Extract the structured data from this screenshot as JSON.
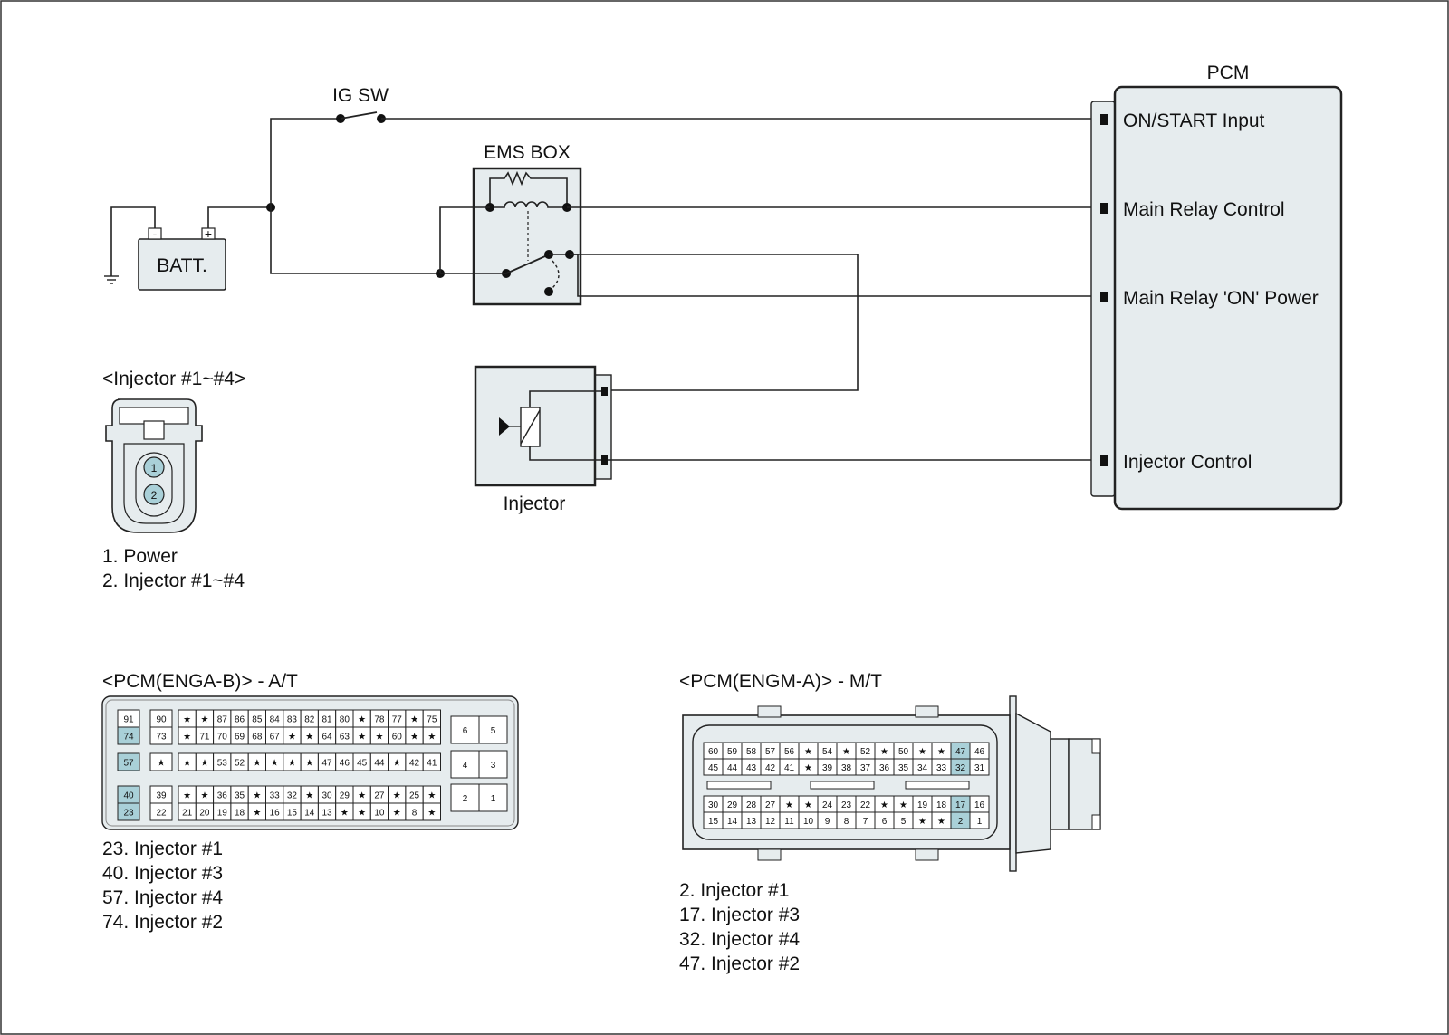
{
  "schematic": {
    "ig_sw": "IG SW",
    "ems_box": "EMS BOX",
    "batt": "BATT.",
    "batt_minus": "-",
    "batt_plus": "+",
    "pcm": "PCM",
    "pcm_pins": [
      "ON/START Input",
      "Main Relay Control",
      "Main Relay 'ON' Power",
      "Injector Control"
    ],
    "injector": "Injector"
  },
  "injector_connector": {
    "title": "<Injector #1~#4>",
    "pin_numbers": [
      "1",
      "2"
    ],
    "legend": [
      "1. Power",
      "2. Injector #1~#4"
    ]
  },
  "pcm_at": {
    "title": "<PCM(ENGA-B)> - A/T",
    "rows": [
      [
        "91",
        "90",
        "★",
        "★",
        "87",
        "86",
        "85",
        "84",
        "83",
        "82",
        "81",
        "80",
        "★",
        "78",
        "77",
        "★",
        "75"
      ],
      [
        "74",
        "73",
        "★",
        "71",
        "70",
        "69",
        "68",
        "67",
        "★",
        "★",
        "64",
        "63",
        "★",
        "★",
        "60",
        "★",
        "★"
      ],
      [
        "57",
        "★",
        "★",
        "★",
        "53",
        "52",
        "★",
        "★",
        "★",
        "★",
        "47",
        "46",
        "45",
        "44",
        "★",
        "42",
        "41"
      ],
      [
        "40",
        "39",
        "★",
        "★",
        "36",
        "35",
        "★",
        "33",
        "32",
        "★",
        "30",
        "29",
        "★",
        "27",
        "★",
        "25",
        "★"
      ],
      [
        "23",
        "22",
        "21",
        "20",
        "19",
        "18",
        "★",
        "16",
        "15",
        "14",
        "13",
        "★",
        "★",
        "10",
        "★",
        "8",
        "★"
      ]
    ],
    "side_pins": [
      [
        "6",
        "5"
      ],
      [
        "4",
        "3"
      ],
      [
        "2",
        "1"
      ]
    ],
    "highlighted": [
      "23",
      "40",
      "57",
      "74"
    ],
    "legend": [
      "23. Injector #1",
      "40. Injector #3",
      "57. Injector #4",
      "74. Injector #2"
    ]
  },
  "pcm_mt": {
    "title": "<PCM(ENGM-A)> - M/T",
    "rows": [
      [
        "60",
        "59",
        "58",
        "57",
        "56",
        "★",
        "54",
        "★",
        "52",
        "★",
        "50",
        "★",
        "★",
        "47",
        "46"
      ],
      [
        "45",
        "44",
        "43",
        "42",
        "41",
        "★",
        "39",
        "38",
        "37",
        "36",
        "35",
        "34",
        "33",
        "32",
        "31"
      ],
      [
        "30",
        "29",
        "28",
        "27",
        "★",
        "★",
        "24",
        "23",
        "22",
        "★",
        "★",
        "19",
        "18",
        "17",
        "16"
      ],
      [
        "15",
        "14",
        "13",
        "12",
        "11",
        "10",
        "9",
        "8",
        "7",
        "6",
        "5",
        "★",
        "★",
        "2",
        "1"
      ]
    ],
    "highlighted": [
      "2",
      "17",
      "32",
      "47"
    ],
    "legend": [
      "2. Injector #1",
      "17. Injector #3",
      "32. Injector #4",
      "47. Injector #2"
    ]
  },
  "colors": {
    "highlight": "#a9d0d8",
    "panel": "#e6ecee",
    "line": "#222222"
  }
}
